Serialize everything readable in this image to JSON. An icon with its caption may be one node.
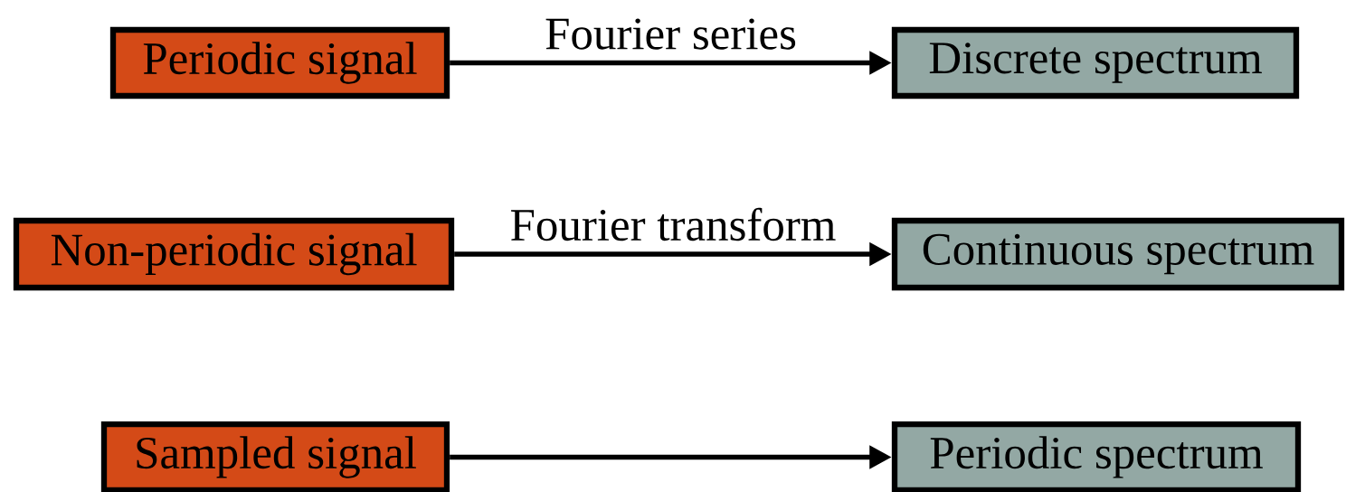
{
  "diagram": {
    "nodes": [
      {
        "text": [
          "Periodic signal"
        ]
      },
      {
        "text": [
          "Discrete spectrum"
        ]
      },
      {
        "text": [
          "Non-periodic signal"
        ]
      },
      {
        "text": [
          "Continuous spectrum"
        ]
      },
      {
        "text": [
          "Sampled signal"
        ]
      },
      {
        "text": [
          "Periodic spectrum"
        ]
      }
    ],
    "edges": [
      {
        "from": 0,
        "to": 1,
        "arrow": "to",
        "label": "Fourier series"
      },
      {
        "from": 2,
        "to": 3,
        "arrow": "to",
        "label": "Fourier transform"
      },
      {
        "from": 4,
        "to": 5,
        "arrow": "to"
      }
    ]
  }
}
